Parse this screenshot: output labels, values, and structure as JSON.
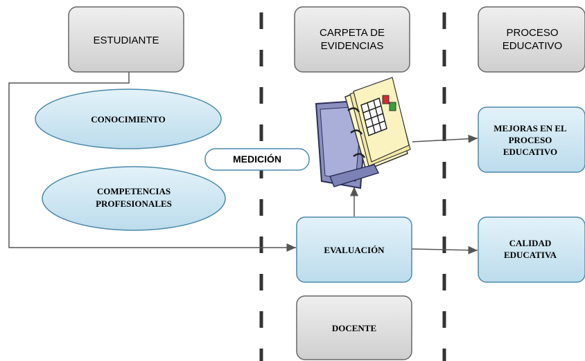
{
  "columns": {
    "estudiante": "ESTUDIANTE",
    "carpeta": [
      "CARPETA DE",
      "EVIDENCIAS"
    ],
    "proceso": [
      "PROCESO",
      "EDUCATIVO"
    ]
  },
  "ellipses": {
    "conocimiento": "CONOCIMIENTO",
    "competencias": [
      "COMPETENCIAS",
      "PROFESIONALES"
    ]
  },
  "medicion": "MEDICIÓN",
  "evaluacion": "EVALUACIÓN",
  "docente": "DOCENTE",
  "mejoras": [
    "MEJORAS EN EL",
    "PROCESO",
    "EDUCATIVO"
  ],
  "calidad": [
    "CALIDAD",
    "EDUCATIVA"
  ],
  "colors": {
    "gray_box": "#d9d9d9",
    "blue_box": "#c6e4f2",
    "stroke": "#555555",
    "dash": "#333333"
  },
  "icons": {
    "folder": "binder-folder-icon"
  }
}
